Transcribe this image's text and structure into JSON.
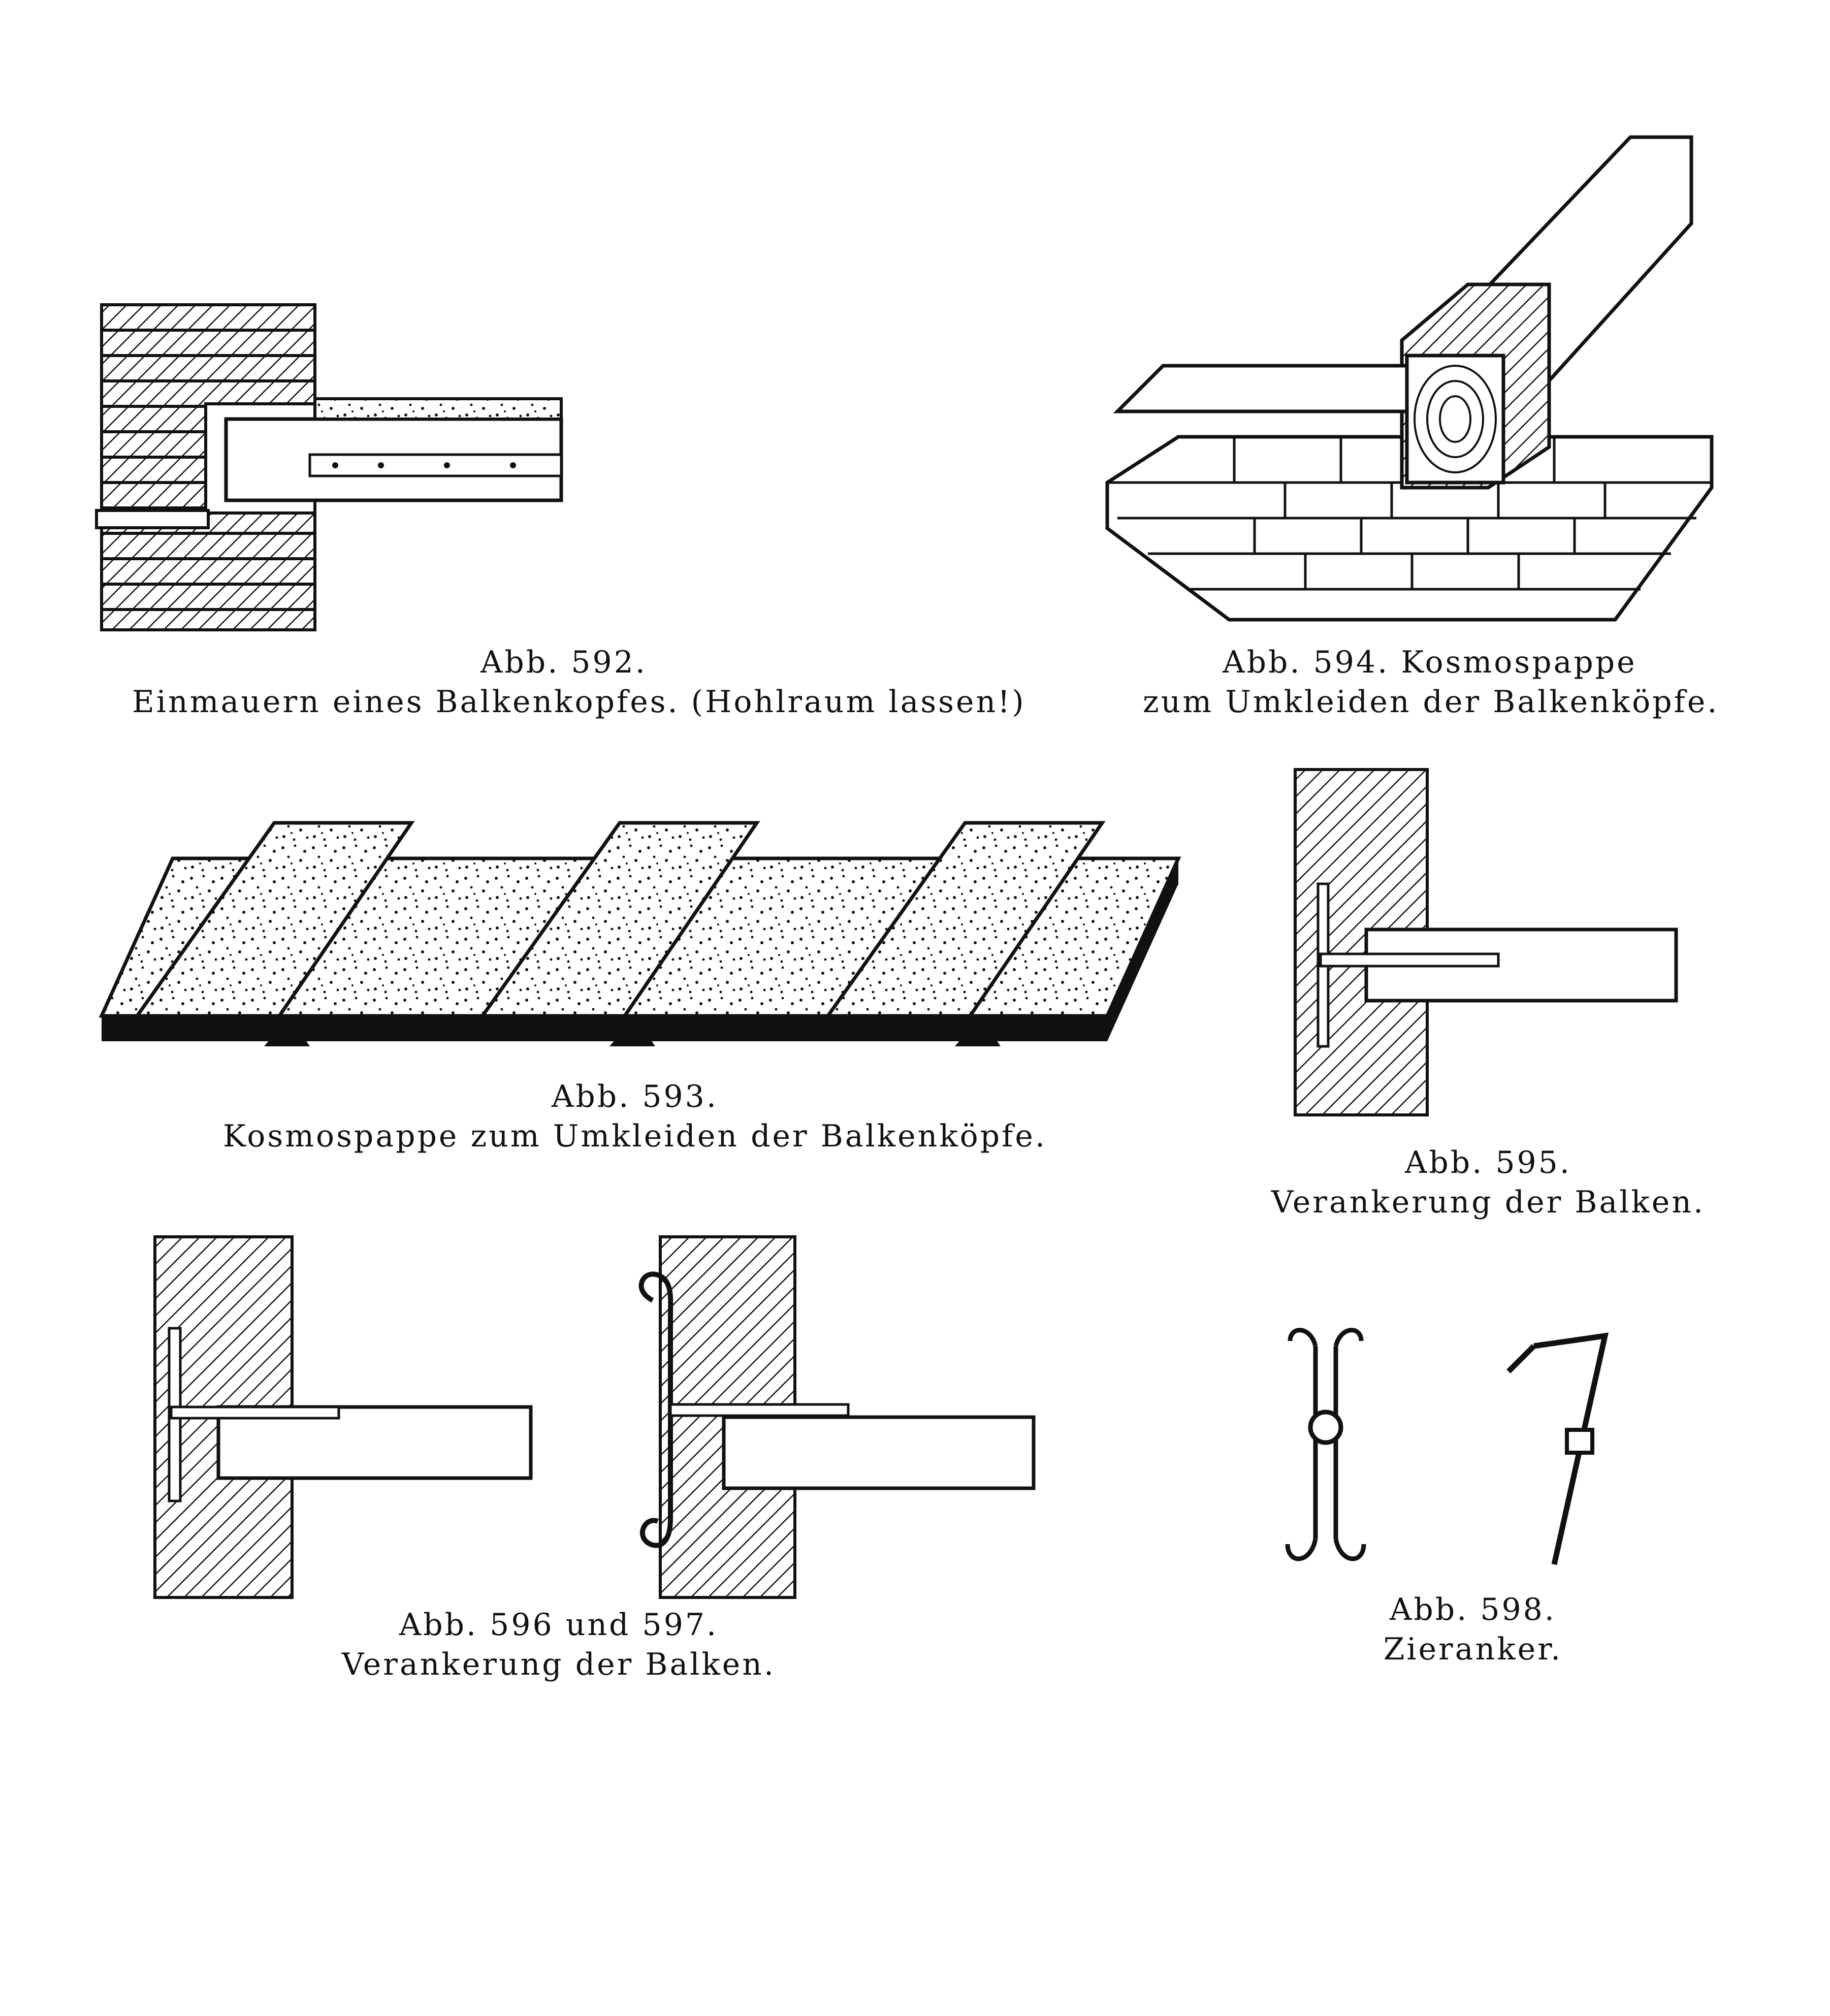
{
  "figures": {
    "fig592": {
      "number": "Abb. 592.",
      "caption": "Einmauern eines Balkenkopfes. (Hohlraum lassen!)"
    },
    "fig593": {
      "number": "Abb. 593.",
      "caption": "Kosmospappe zum Umkleiden der Balkenköpfe."
    },
    "fig594": {
      "number": "Abb. 594. Kosmospappe",
      "caption": "zum Umkleiden der Balkenköpfe."
    },
    "fig595": {
      "number": "Abb. 595.",
      "caption": "Verankerung der Balken."
    },
    "fig596_597": {
      "number": "Abb. 596 und 597.",
      "caption": "Verankerung der Balken."
    },
    "fig598": {
      "number": "Abb. 598.",
      "caption": "Zieranker."
    }
  },
  "colors": {
    "ink": "#111111",
    "paper": "#ffffff",
    "wood": "#f4f4f4"
  }
}
